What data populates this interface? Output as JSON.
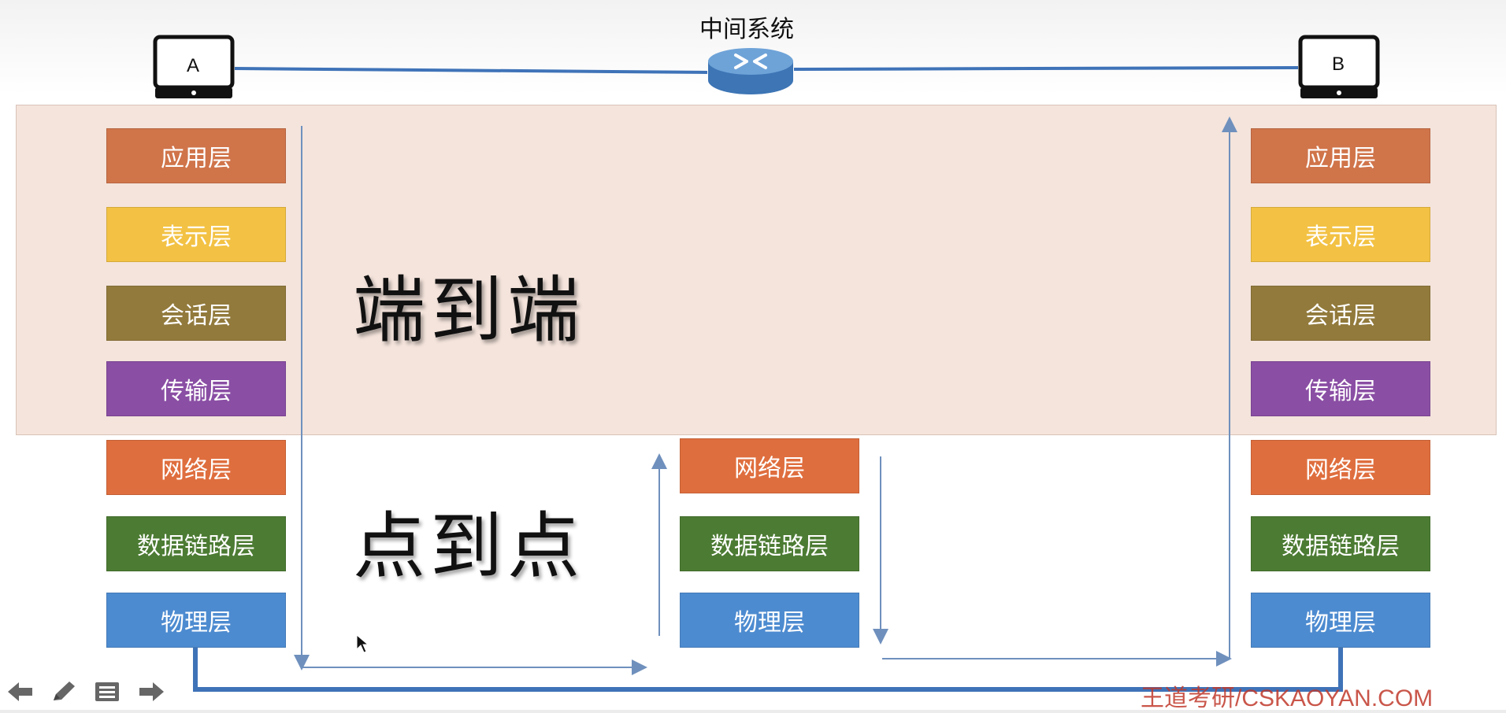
{
  "hosts": {
    "a_label": "A",
    "b_label": "B"
  },
  "router": {
    "label": "中间系统"
  },
  "labels": {
    "end_to_end": "端到端",
    "point_to_point": "点到点"
  },
  "stack_a": [
    "应用层",
    "表示层",
    "会话层",
    "传输层",
    "网络层",
    "数据链路层",
    "物理层"
  ],
  "stack_mid": [
    "网络层",
    "数据链路层",
    "物理层"
  ],
  "stack_b": [
    "应用层",
    "表示层",
    "会话层",
    "传输层",
    "网络层",
    "数据链路层",
    "物理层"
  ],
  "watermark": "王道考研/CSKAOYAN.COM",
  "colors": {
    "application": "#d0744a",
    "presentation": "#f3c244",
    "session": "#927a3c",
    "transport": "#8a4ea4",
    "network": "#df6e3e",
    "datalink": "#4c7b33",
    "physical": "#4d8bd0",
    "link": "#3f6fb5",
    "band": "#f4e4dc"
  },
  "controls": [
    "back-arrow-icon",
    "pen-icon",
    "menu-icon",
    "forward-arrow-icon"
  ]
}
